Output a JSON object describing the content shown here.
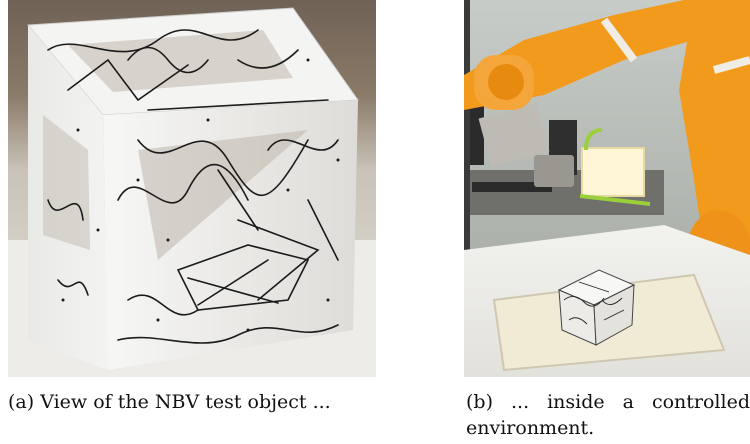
{
  "figure": {
    "panel_a": {
      "caption_tag": "(a)",
      "caption_text": "View of the NBV test object ..."
    },
    "panel_b": {
      "caption_tag": "(b)",
      "caption_words": [
        "...",
        "inside",
        "a",
        "controlled"
      ],
      "caption_line2": "environment."
    }
  },
  "colors": {
    "robot_orange": "#f29a1c",
    "light_green": "#9bd03a"
  }
}
